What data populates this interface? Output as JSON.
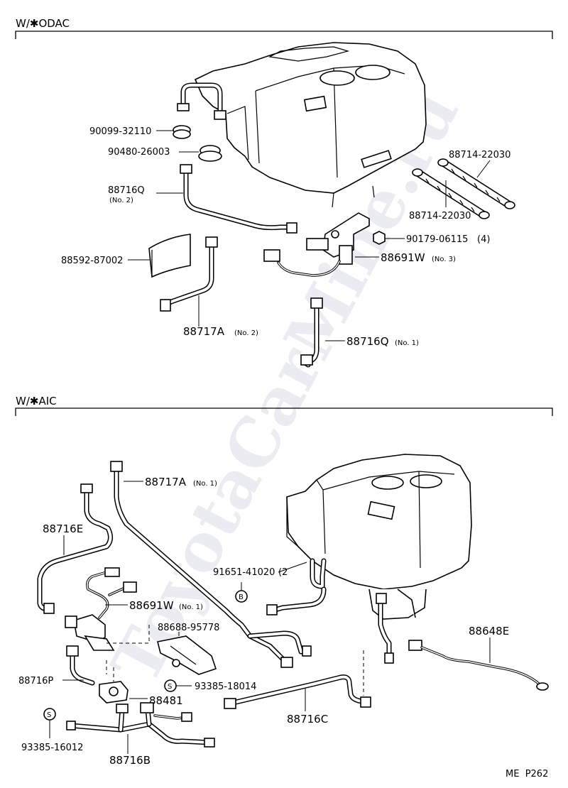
{
  "sections": {
    "odac": {
      "title": "W/✱ODAC"
    },
    "aic": {
      "title": "W/✱AIC"
    }
  },
  "watermark": "ToyotaCarMine.ru",
  "odac_parts": {
    "p90099": "90099-32110",
    "p90480": "90480-26003",
    "p88716Q_2": "88716Q",
    "p88716Q_2_note": "(No. 2)",
    "p88714_top": "88714-22030",
    "p88714_bottom": "88714-22030",
    "p90179": "90179-06115",
    "p90179_note": "(4)",
    "p88592": "88592-87002",
    "p88691W_3": "88691W",
    "p88691W_3_note": "(No. 3)",
    "p88717A_2": "88717A",
    "p88717A_2_note": "(No. 2)",
    "p88716Q_1": "88716Q",
    "p88716Q_1_note": "(No. 1)"
  },
  "aic_parts": {
    "p88717A_1": "88717A",
    "p88717A_1_note": "(No. 1)",
    "p88716E": "88716E",
    "p91651": "91651-41020",
    "p91651_note": "(2",
    "p88691W_1": "88691W",
    "p88691W_1_note": "(No. 1)",
    "p88688": "88688-95778",
    "p88648E": "88648E",
    "p88716P": "88716P",
    "p93385_18014": "93385-18014",
    "p88481": "88481",
    "p88716C": "88716C",
    "p93385_16012": "93385-16012",
    "p88716B": "88716B",
    "symbol_s": "S",
    "symbol_b": "B"
  },
  "footer": {
    "page_ref": "ME  P262"
  }
}
